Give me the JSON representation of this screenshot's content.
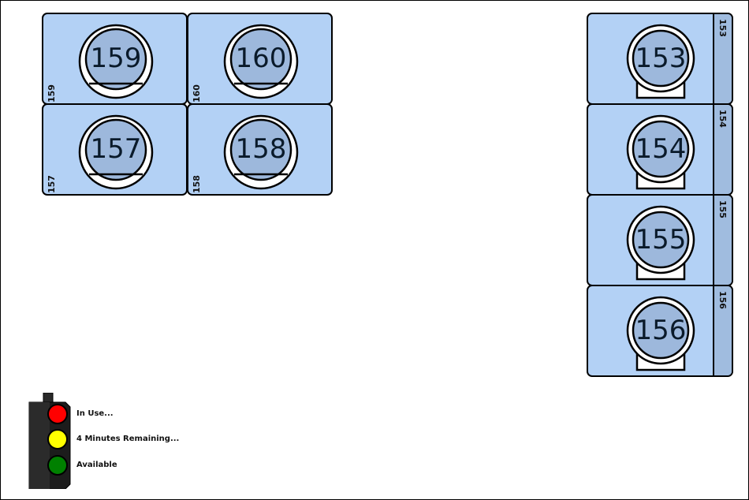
{
  "machines_top": [
    {
      "number": "159",
      "label": "159"
    },
    {
      "number": "160",
      "label": "160"
    },
    {
      "number": "157",
      "label": "157"
    },
    {
      "number": "158",
      "label": "158"
    }
  ],
  "machines_right": [
    {
      "number": "153",
      "label": "153"
    },
    {
      "number": "154",
      "label": "154"
    },
    {
      "number": "155",
      "label": "155"
    },
    {
      "number": "156",
      "label": "156"
    }
  ],
  "legend": {
    "in_use": "In Use...",
    "minutes_remaining": "4 Minutes Remaining...",
    "available": "Available"
  },
  "colors": {
    "machine_fill": "#b3d1f5",
    "door_fill": "#9db8dc",
    "strip_fill": "#a0bcdf",
    "light_red": "#ff0000",
    "light_yellow": "#ffff00",
    "light_green": "#008000"
  }
}
